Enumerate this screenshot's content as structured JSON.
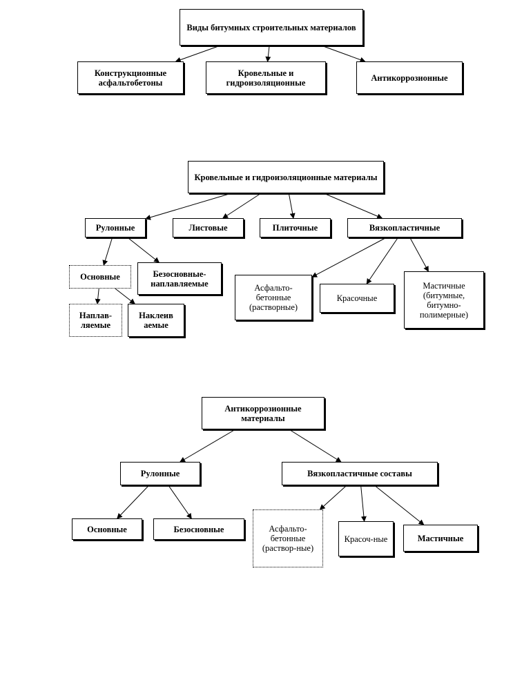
{
  "diagrams": [
    {
      "root": {
        "id": "d1-root",
        "label": "Виды битумных строительных материалов"
      },
      "nodes": [
        {
          "id": "d1-asphalt",
          "label": "Конструкционные асфальтобетоны"
        },
        {
          "id": "d1-roofing",
          "label": "Кровельные и гидроизоляционные"
        },
        {
          "id": "d1-anticorr",
          "label": "Антикоррозионные"
        }
      ],
      "edges": [
        [
          "d1-root",
          "d1-asphalt"
        ],
        [
          "d1-root",
          "d1-roofing"
        ],
        [
          "d1-root",
          "d1-anticorr"
        ]
      ]
    },
    {
      "root": {
        "id": "d2-root",
        "label": "Кровельные и гидроизоляционные материалы"
      },
      "nodes": [
        {
          "id": "d2-roll",
          "label": "Рулонные"
        },
        {
          "id": "d2-sheet",
          "label": "Листовые"
        },
        {
          "id": "d2-tile",
          "label": "Плиточные"
        },
        {
          "id": "d2-viscoplastic",
          "label": "Вязкопластичные"
        },
        {
          "id": "d2-base",
          "label": "Основные"
        },
        {
          "id": "d2-baseless",
          "label": "Безосновные-наплавляемые"
        },
        {
          "id": "d2-fusible",
          "label": "Наплав-ляемые"
        },
        {
          "id": "d2-glued",
          "label": "Наклеив аемые"
        },
        {
          "id": "d2-asphalt-concrete",
          "label": "Асфальто-бетонные (растворные)"
        },
        {
          "id": "d2-paint",
          "label": "Красочные"
        },
        {
          "id": "d2-mastic",
          "label": "Мастичные (битумные, битумно-полимерные)"
        }
      ],
      "edges": [
        [
          "d2-root",
          "d2-roll"
        ],
        [
          "d2-root",
          "d2-sheet"
        ],
        [
          "d2-root",
          "d2-tile"
        ],
        [
          "d2-root",
          "d2-viscoplastic"
        ],
        [
          "d2-roll",
          "d2-base"
        ],
        [
          "d2-roll",
          "d2-baseless"
        ],
        [
          "d2-base",
          "d2-fusible"
        ],
        [
          "d2-base",
          "d2-glued"
        ],
        [
          "d2-viscoplastic",
          "d2-asphalt-concrete"
        ],
        [
          "d2-viscoplastic",
          "d2-paint"
        ],
        [
          "d2-viscoplastic",
          "d2-mastic"
        ]
      ]
    },
    {
      "root": {
        "id": "d3-root",
        "label": "Антикоррозионные материалы"
      },
      "nodes": [
        {
          "id": "d3-roll",
          "label": "Рулонные"
        },
        {
          "id": "d3-viscoplastic",
          "label": "Вязкопластичные составы"
        },
        {
          "id": "d3-base",
          "label": "Основные"
        },
        {
          "id": "d3-baseless",
          "label": "Безосновные"
        },
        {
          "id": "d3-asphalt-concrete",
          "label": "Асфальто-бетонные (раствор-ные)"
        },
        {
          "id": "d3-paint",
          "label": "Красоч-ные"
        },
        {
          "id": "d3-mastic",
          "label": "Мастичные"
        }
      ],
      "edges": [
        [
          "d3-root",
          "d3-roll"
        ],
        [
          "d3-root",
          "d3-viscoplastic"
        ],
        [
          "d3-roll",
          "d3-base"
        ],
        [
          "d3-roll",
          "d3-baseless"
        ],
        [
          "d3-viscoplastic",
          "d3-asphalt-concrete"
        ],
        [
          "d3-viscoplastic",
          "d3-paint"
        ],
        [
          "d3-viscoplastic",
          "d3-mastic"
        ]
      ]
    }
  ]
}
